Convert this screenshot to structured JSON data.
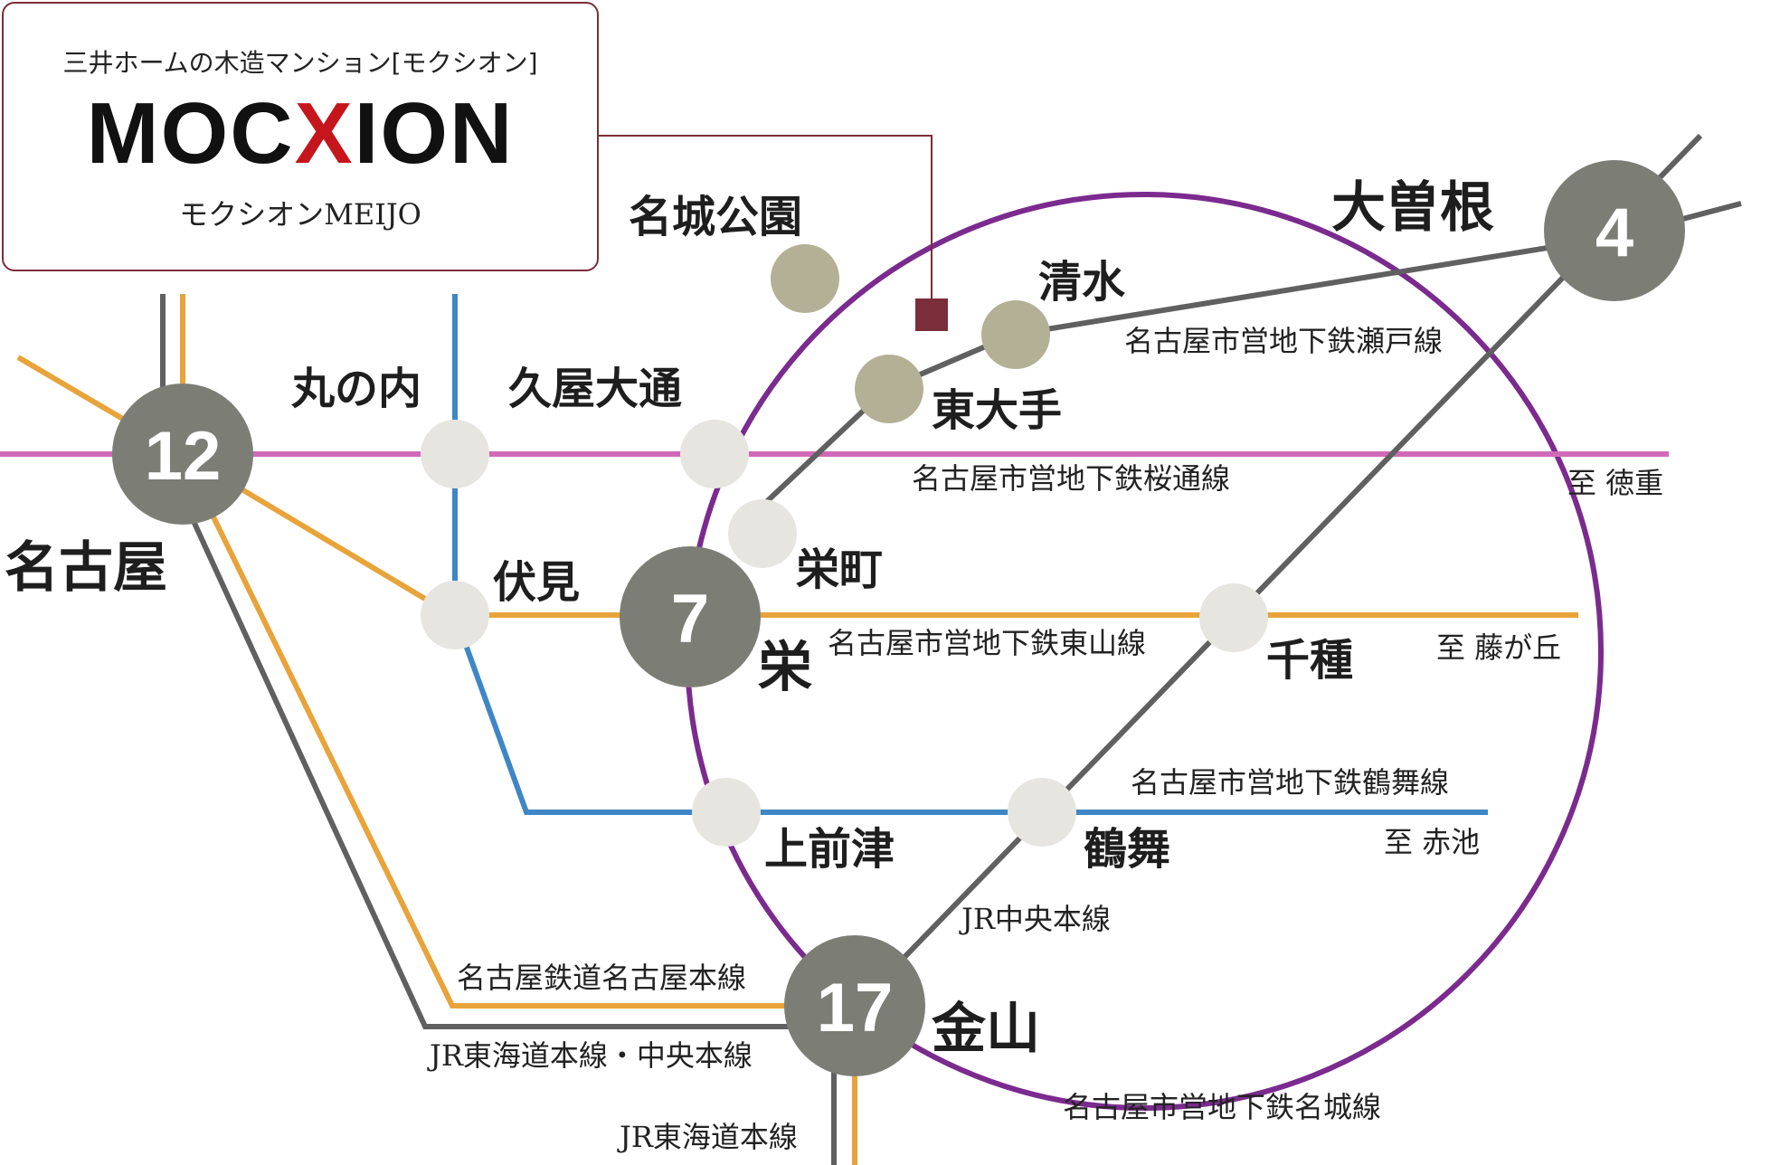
{
  "logo": {
    "tagline": "三井ホームの木造マンション[モクシオン]",
    "brand_prefix": "MOC",
    "brand_x": "X",
    "brand_suffix": "ION",
    "property_name": "モクシオンMEIJO"
  },
  "colors": {
    "meijo_line": "#7b2a8e",
    "sakuradori_line": "#d06ab8",
    "higashiyama_line": "#e8a33a",
    "tsurumai_line": "#3f86c6",
    "seto_line": "#606060",
    "jr_line": "#606060",
    "meitetsu_line": "#e8a33a",
    "major_station": "#7c7e76",
    "minor_station_light": "#e6e5e0",
    "minor_station_olive": "#b3b096",
    "property_marker": "#7a2e3a"
  },
  "major_stations": {
    "nagoya": {
      "name": "名古屋",
      "minutes": "12"
    },
    "sakae": {
      "name": "栄",
      "minutes": "7"
    },
    "ozone": {
      "name": "大曽根",
      "minutes": "4"
    },
    "kanayama": {
      "name": "金山",
      "minutes": "17"
    }
  },
  "stations": {
    "meijo_koen": "名城公園",
    "shimizu": "清水",
    "higashi_ote": "東大手",
    "marunouchi": "丸の内",
    "hisaya_odori": "久屋大通",
    "sakaemachi": "栄町",
    "fushimi": "伏見",
    "chikusa": "千種",
    "kamimaezu": "上前津",
    "tsurumai": "鶴舞"
  },
  "lines": {
    "seto": "名古屋市営地下鉄瀬戸線",
    "sakuradori": "名古屋市営地下鉄桜通線",
    "higashiyama": "名古屋市営地下鉄東山線",
    "tsurumai": "名古屋市営地下鉄鶴舞線",
    "jr_chuo": "JR中央本線",
    "meitetsu": "名古屋鉄道名古屋本線",
    "jr_tokaido_chuo": "JR東海道本線・中央本線",
    "jr_tokaido": "JR東海道本線",
    "meijo": "名古屋市営地下鉄名城線"
  },
  "destinations": {
    "tokushige": "至 徳重",
    "fujigaoka": "至 藤が丘",
    "akaike": "至 赤池"
  }
}
